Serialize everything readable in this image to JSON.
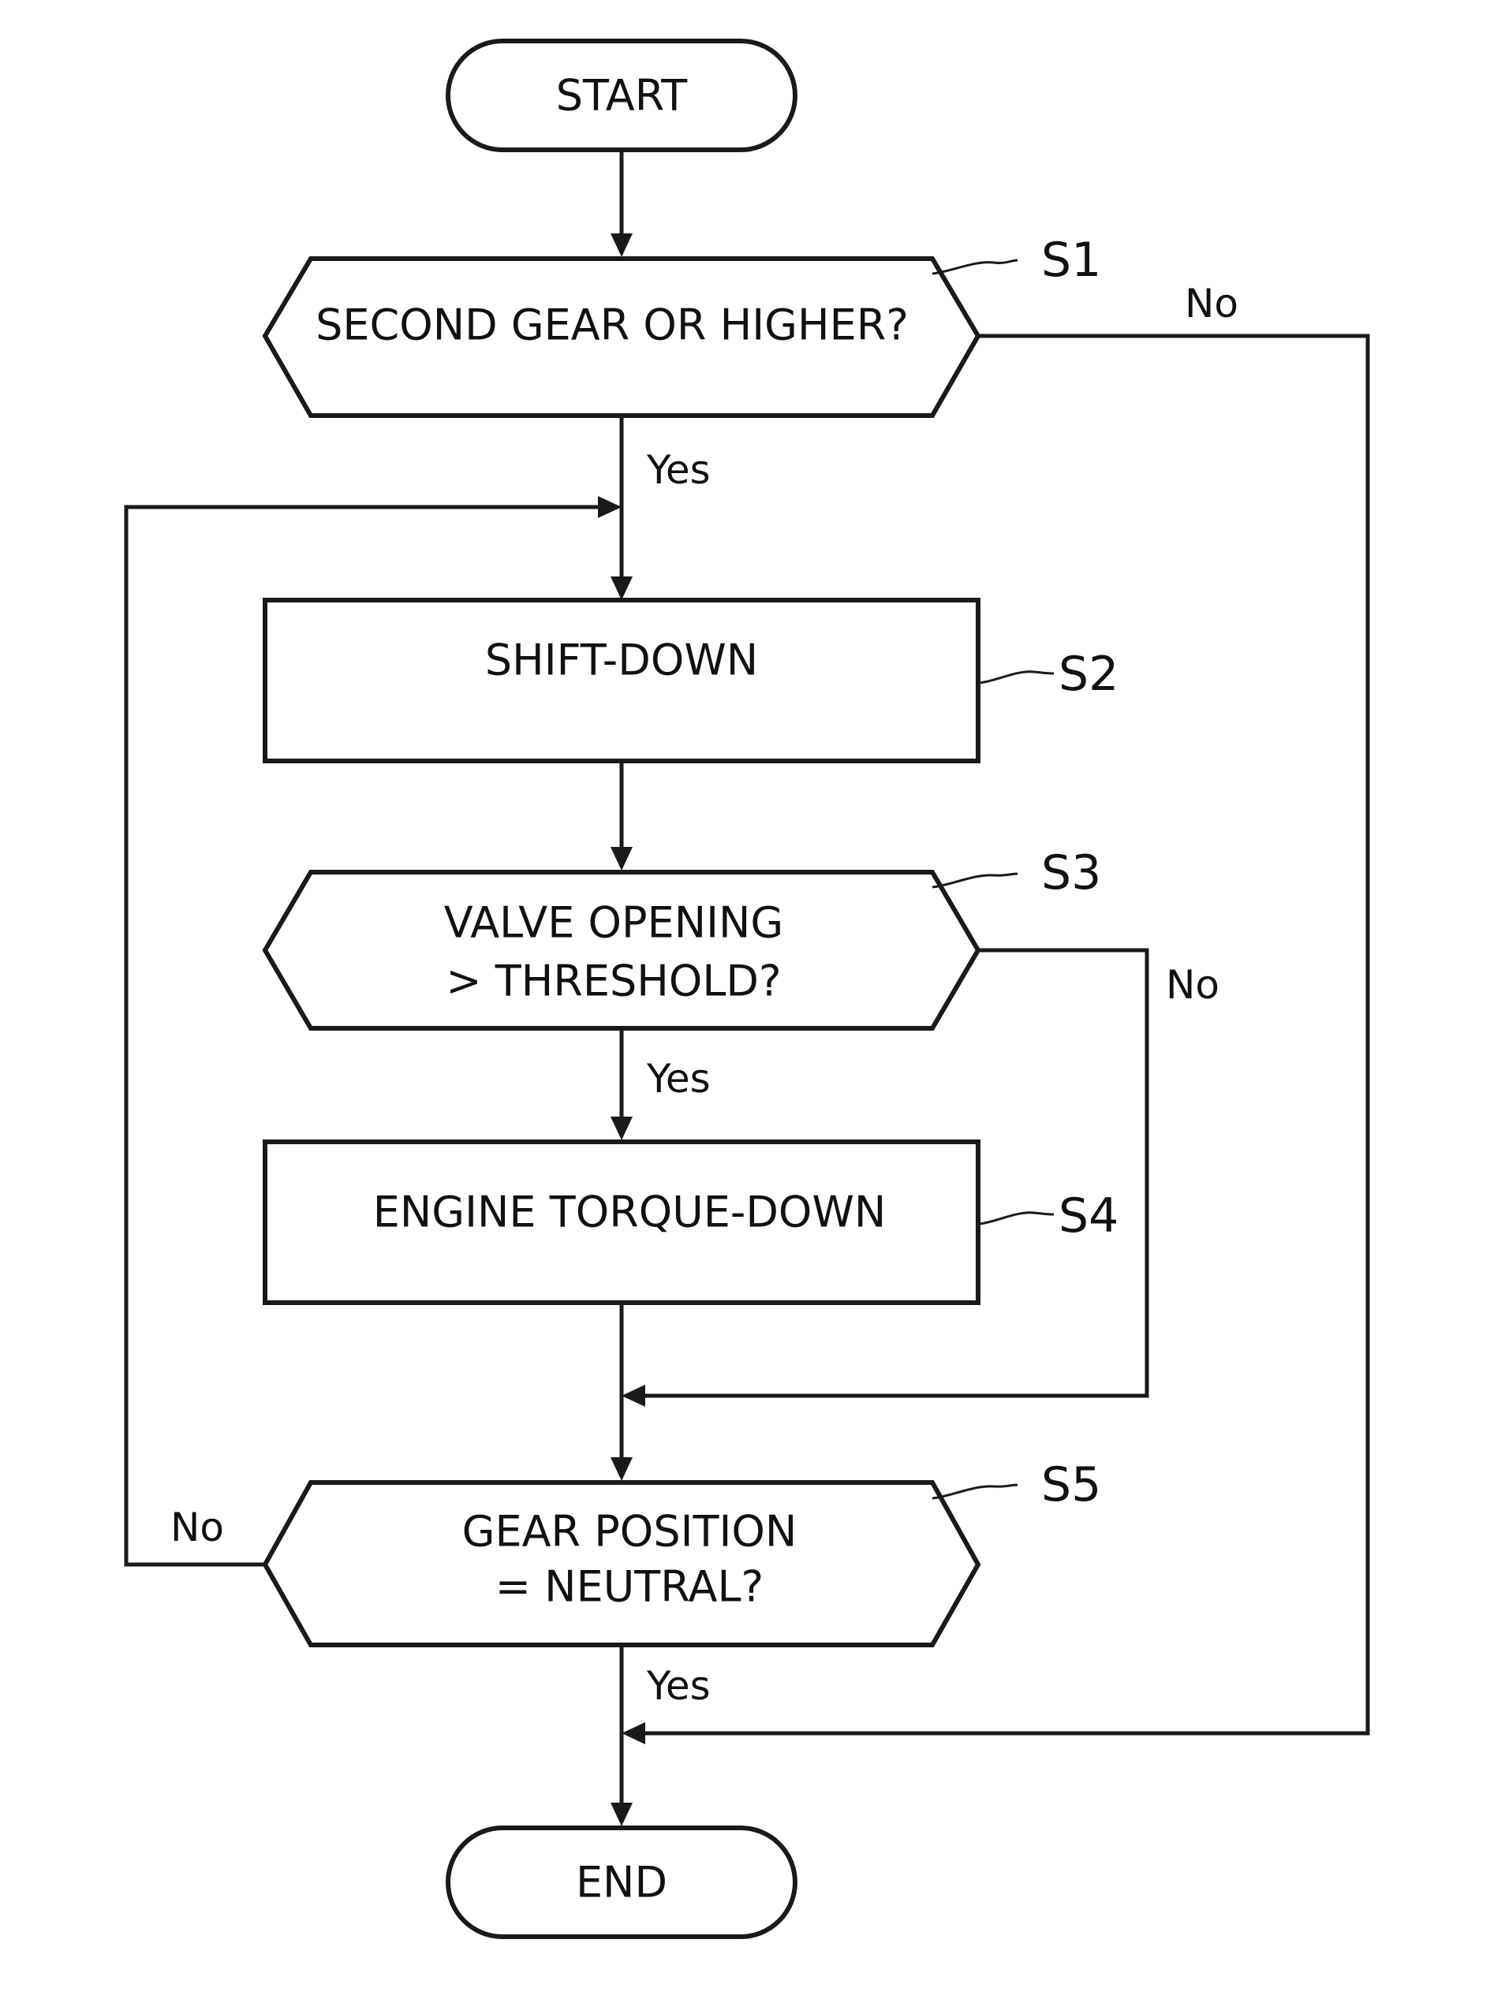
{
  "flowchart": {
    "start": "START",
    "end": "END",
    "steps": {
      "s1": {
        "id": "S1",
        "lines": [
          "SECOND GEAR OR HIGHER?"
        ]
      },
      "s2": {
        "id": "S2",
        "lines": [
          "SHIFT-DOWN"
        ]
      },
      "s3": {
        "id": "S3",
        "lines": [
          "VALVE OPENING",
          "> THRESHOLD?"
        ]
      },
      "s4": {
        "id": "S4",
        "lines": [
          "ENGINE TORQUE-DOWN"
        ]
      },
      "s5": {
        "id": "S5",
        "lines": [
          "GEAR POSITION",
          "= NEUTRAL?"
        ]
      }
    },
    "branches": {
      "yes": "Yes",
      "no": "No"
    }
  }
}
